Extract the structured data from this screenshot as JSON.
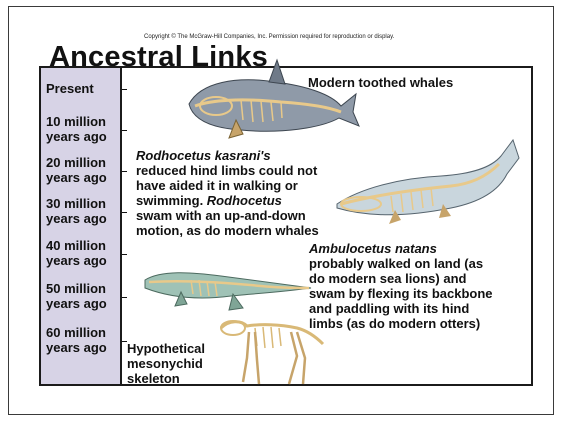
{
  "copyright": "Copyright © The McGraw-Hill Companies, Inc. Permission required for reproduction or display.",
  "title": "Ancestral Links",
  "timeline": [
    {
      "label": "Present"
    },
    {
      "label": "10 million\nyears ago"
    },
    {
      "label": "20 million\nyears ago"
    },
    {
      "label": "30 million\nyears ago"
    },
    {
      "label": "40 million\nyears ago"
    },
    {
      "label": "50 million\nyears ago"
    },
    {
      "label": "60 million\nyears ago"
    }
  ],
  "captions": {
    "modern_whales": "Modern toothed whales",
    "rodhocetus": {
      "line1": "Rodhocetus kasrani's",
      "line2": "reduced hind limbs could not",
      "line3": "have aided it in walking or",
      "line4_a": "swimming. ",
      "line4_b": "Rodhocetus",
      "line5": "swam with an up-and-down",
      "line6": "motion, as do modern whales"
    },
    "ambulocetus": {
      "line1": "Ambulocetus natans",
      "line2": "probably walked on land (as",
      "line3": "do modern sea lions) and",
      "line4": "swam by flexing its backbone",
      "line5": "and paddling with its hind",
      "line6": "limbs (as do modern otters)"
    },
    "mesonychid": {
      "line1": "Hypothetical",
      "line2": "mesonychid",
      "line3": "skeleton"
    }
  },
  "colors": {
    "timeline_bg": "#d7d3e6",
    "whale_body": "#8f9aa8",
    "skeleton": "#e8c98a",
    "rodhocetus_body": "#c9d6dd",
    "ambulocetus_body": "#9fc2b6"
  }
}
